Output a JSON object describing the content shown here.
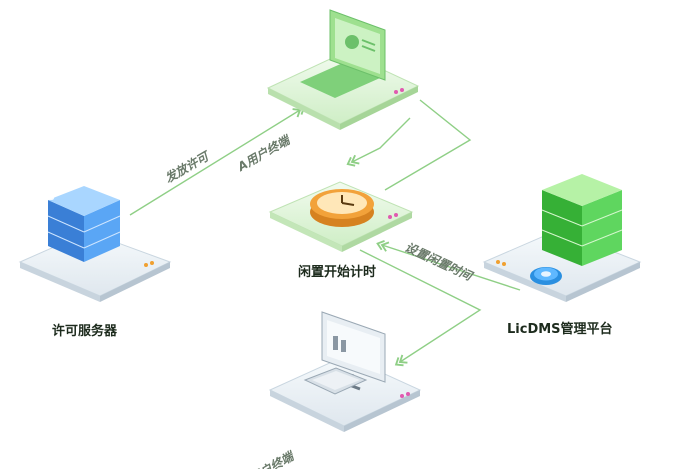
{
  "nodes": {
    "license_server": {
      "label": "许可服务器"
    },
    "client_a": {
      "label": "A用户终端"
    },
    "idle_timer": {
      "label": "闲置开始计时"
    },
    "licdms": {
      "label": "LicDMS管理平台"
    },
    "client_b": {
      "label": "B用户终端"
    }
  },
  "edges": {
    "issue_license": {
      "label": "发放许可"
    },
    "set_idle_time": {
      "label": "设置闲置时间"
    }
  },
  "colors": {
    "green_arrow": "#8fcf86",
    "server_blue": "#4d9ef0",
    "server_green": "#4fcf4f",
    "clock_orange": "#f2a23a",
    "platform_bg": "#eef3f6"
  }
}
